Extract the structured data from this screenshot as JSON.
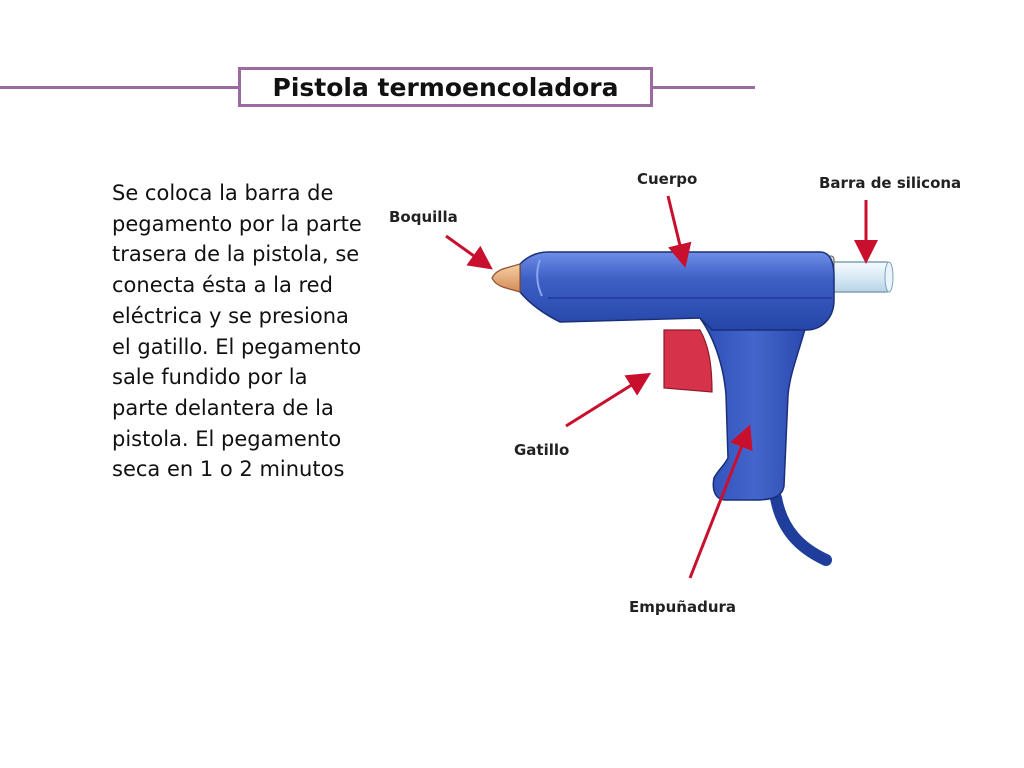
{
  "title": "Pistola termoencoladora",
  "description": "Se coloca la barra de pegamento por la parte trasera de la pistola, se conecta ésta a la red eléctrica y se presiona el gatillo. El pegamento sale fundido por la parte delantera de la pistola. El pegamento seca en 1 o 2 minutos",
  "labels": {
    "cuerpo": "Cuerpo",
    "barra": "Barra de silicona",
    "boquilla": "Boquilla",
    "gatillo": "Gatillo",
    "empunadura": "Empuñadura"
  },
  "colors": {
    "frame": "#9a6aa0",
    "gun_body": "#3d5fc4",
    "gun_dark": "#1f3d9a",
    "trigger": "#d6334a",
    "nozzle": "#e8a872",
    "glue_stick": "#ddeef7",
    "arrow": "#c8102e"
  }
}
